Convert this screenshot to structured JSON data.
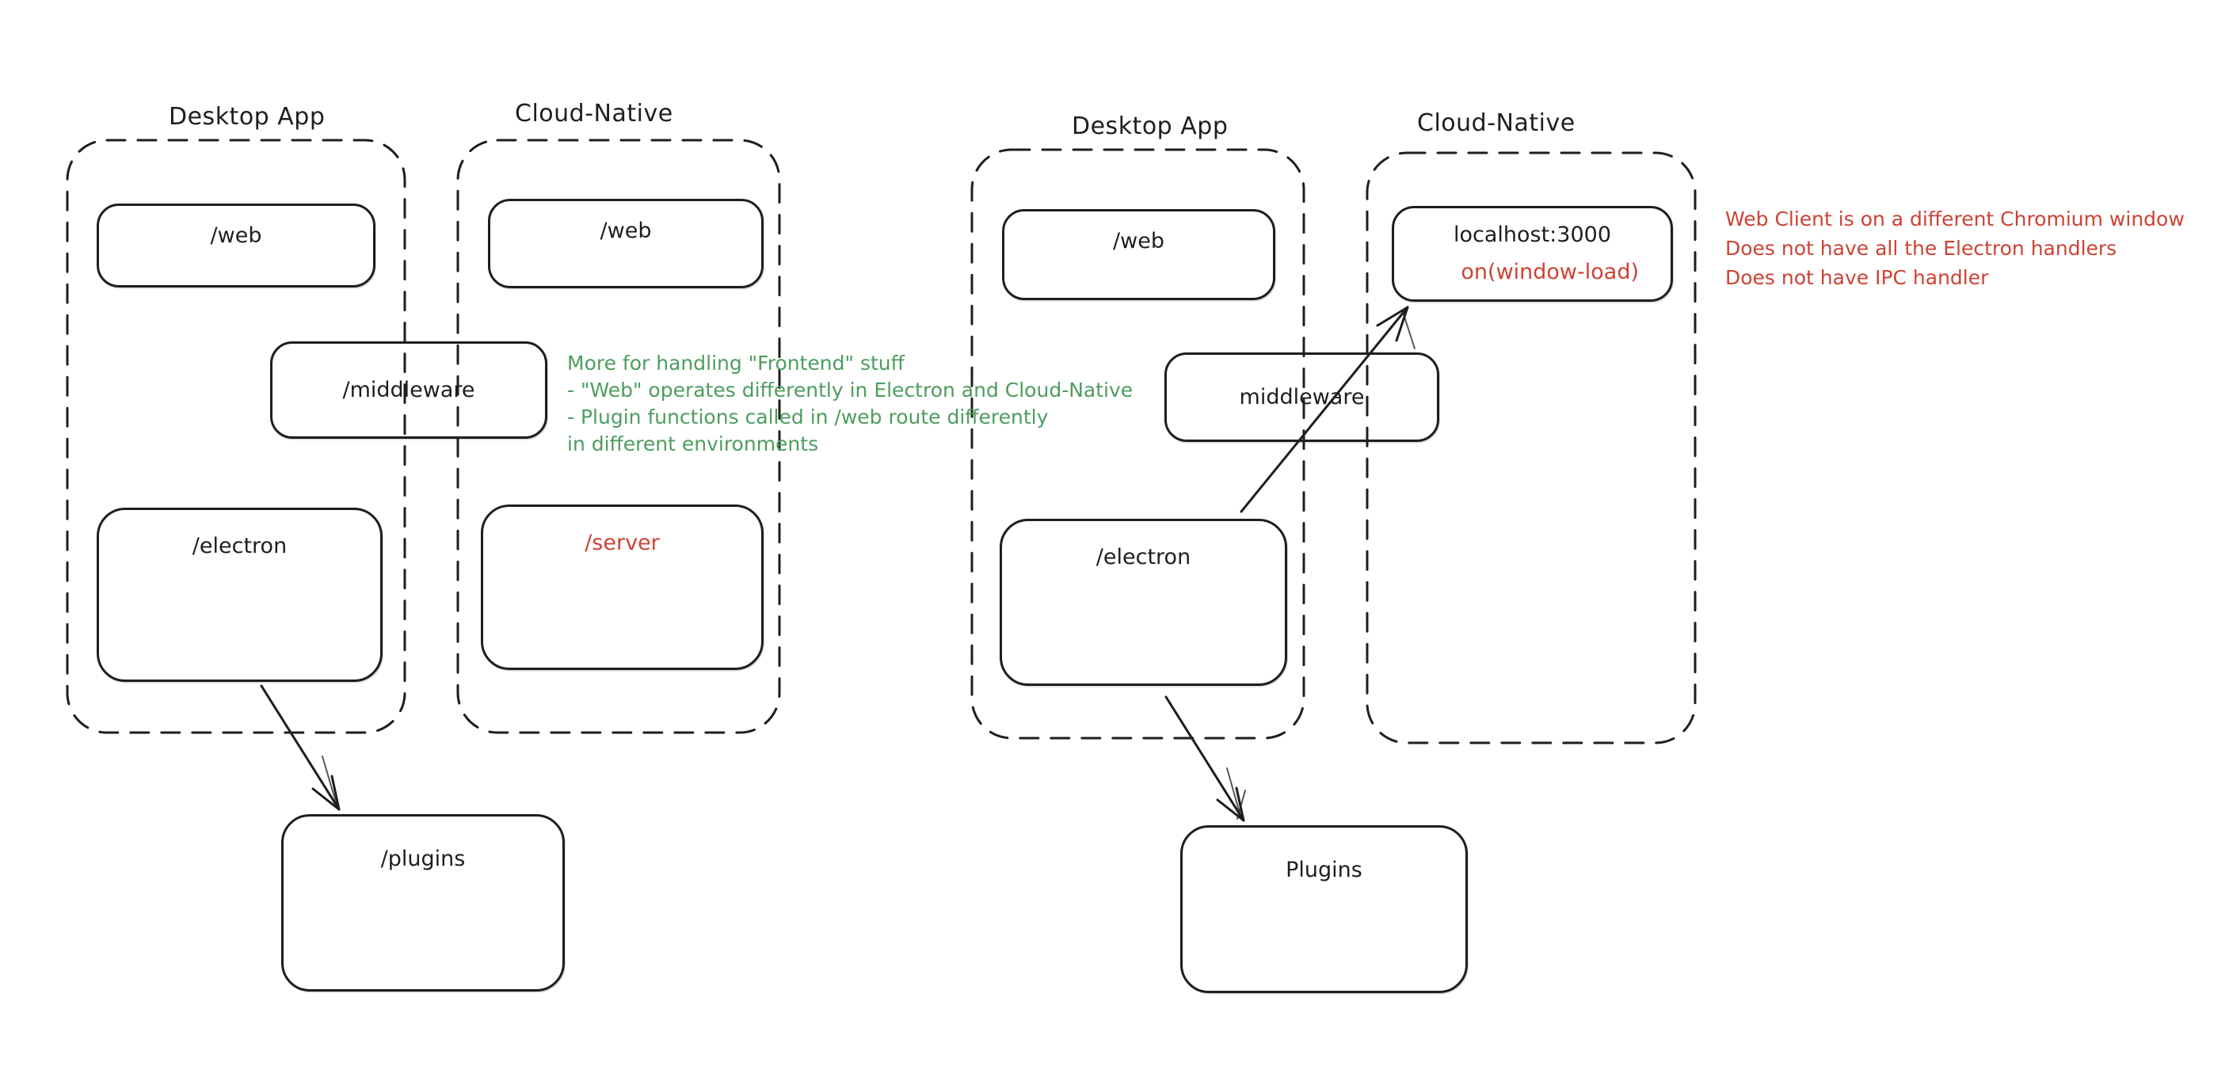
{
  "colors": {
    "ink": "#1e1e1e",
    "green_note": "#4d9d5d",
    "red_accent": "#cb4335",
    "background": "#ffffff"
  },
  "left_diagram": {
    "desktop_app": {
      "label": "Desktop App",
      "web": "/web",
      "electron": "/electron"
    },
    "cloud_native": {
      "label": "Cloud-Native",
      "web": "/web",
      "server": "/server"
    },
    "middleware": "/middleware",
    "plugins": "/plugins",
    "green_note": [
      "More for handling \"Frontend\" stuff",
      "- \"Web\" operates differently in Electron and Cloud-Native",
      "- Plugin functions called in /web route differently",
      "in different environments"
    ],
    "arrows": [
      {
        "from": "/electron",
        "to": "/plugins"
      }
    ]
  },
  "right_diagram": {
    "desktop_app": {
      "label": "Desktop App",
      "web": "/web",
      "electron": "/electron"
    },
    "cloud_native": {
      "label": "Cloud-Native",
      "localhost": "localhost:3000",
      "window_load": "on(window-load)"
    },
    "middleware": "middleware",
    "plugins": "Plugins",
    "red_note": [
      "Web Client is on a different Chromium window",
      "Does not have all the Electron handlers",
      "Does not have IPC handler"
    ],
    "arrows": [
      {
        "from": "/electron",
        "to": "localhost:3000"
      },
      {
        "from": "/electron",
        "to": "Plugins"
      }
    ]
  }
}
